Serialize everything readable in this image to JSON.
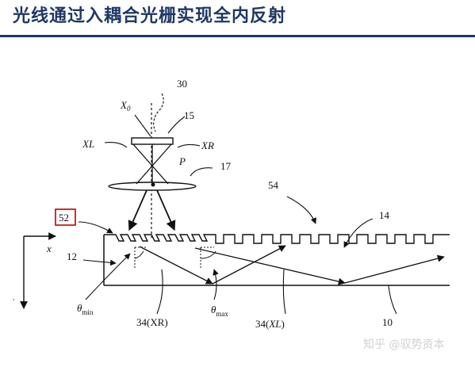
{
  "title": "光线通过入耦合光栅实现全内反射",
  "labels": {
    "l30": "30",
    "x0": "X",
    "x0_sub": "0",
    "l15": "15",
    "xl": "XL",
    "xr": "XR",
    "p": "P",
    "l17": "17",
    "l54": "54",
    "l14": "14",
    "l52": "52",
    "x": "x",
    "l12": "12",
    "theta_min": "θ",
    "theta_min_sub": "min",
    "l34xr": "34(XR)",
    "theta_max": "θ",
    "theta_max_sub": "max",
    "l34xl_pre": "34(",
    "l34xl_it": "XL",
    "l34xl_post": ")",
    "l10": "10",
    "tick_mark": "ˈ"
  },
  "watermark": "知乎 @驭势资本",
  "colors": {
    "title": "#1f3864",
    "ink": "#111111",
    "highlight_box": "#c00000"
  }
}
